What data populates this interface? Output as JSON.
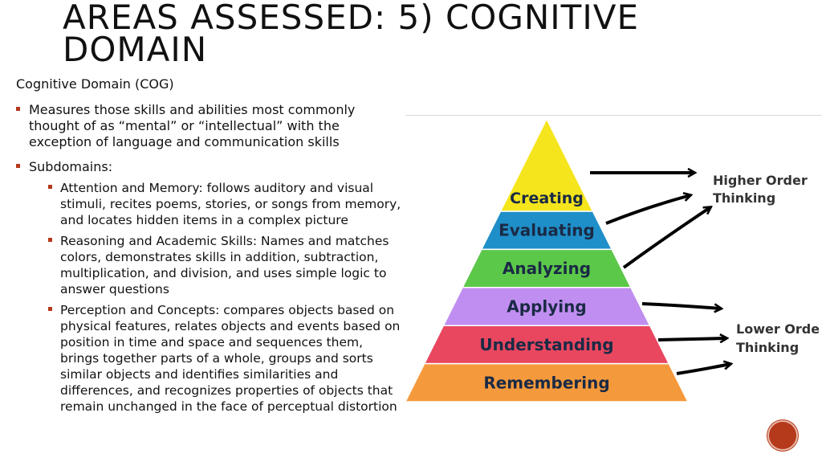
{
  "slide": {
    "title": "AREAS ASSESSED: 5) COGNITIVE DOMAIN",
    "intro": "Cognitive Domain (COG)",
    "bullets": [
      "Measures those skills and abilities most commonly thought of as “mental” or “intellectual” with the exception of language and communication skills",
      "Subdomains:"
    ],
    "subbullets": [
      "Attention and Memory: follows auditory and visual stimuli, recites poems, stories, or songs from memory, and locates hidden items in a complex picture",
      "Reasoning and Academic Skills: Names and matches colors, demonstrates skills in addition, subtraction, multiplication, and division, and uses simple logic to answer questions",
      "Perception and Concepts:  compares objects based on physical features, relates objects and events based on position in time and space and sequences them, brings together parts of a whole, groups and sorts similar objects and identifies similarities and differences, and recognizes properties of objects that remain unchanged in the face of perceptual distortion"
    ]
  },
  "pyramid": {
    "levels": [
      {
        "label": "Creating",
        "color": "#f5e51c"
      },
      {
        "label": "Evaluating",
        "color": "#1f8fc9"
      },
      {
        "label": "Analyzing",
        "color": "#5cc84a"
      },
      {
        "label": "Applying",
        "color": "#c08ef0"
      },
      {
        "label": "Understanding",
        "color": "#e8475f"
      },
      {
        "label": "Remembering",
        "color": "#f59a3c"
      }
    ],
    "higher_line1": "Higher Order",
    "higher_line2": "Thinking",
    "lower_line1": "Lower Order",
    "lower_line2": "Thinking"
  },
  "colors": {
    "accent": "#b5391b"
  }
}
